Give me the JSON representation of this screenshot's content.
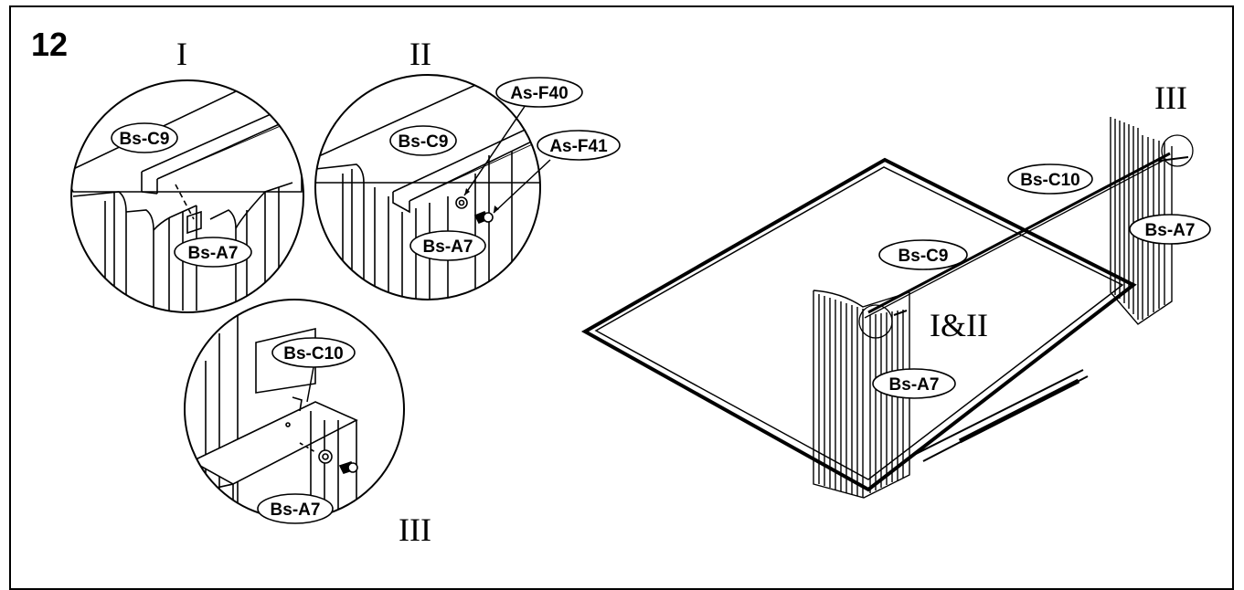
{
  "step": {
    "number": "12"
  },
  "detail_labels": {
    "d1": "I",
    "d2": "II",
    "d3": "III",
    "main_right": "III",
    "main_mid": "I&II"
  },
  "callouts": {
    "d1_c9": "Bs-C9",
    "d1_a7": "Bs-A7",
    "d2_c9": "Bs-C9",
    "d2_f40": "As-F40",
    "d2_f41": "As-F41",
    "d2_a7": "Bs-A7",
    "d3_c10": "Bs-C10",
    "d3_a7": "Bs-A7",
    "m_c10": "Bs-C10",
    "m_a7_right": "Bs-A7",
    "m_c9": "Bs-C9",
    "m_a7_front": "Bs-A7"
  }
}
